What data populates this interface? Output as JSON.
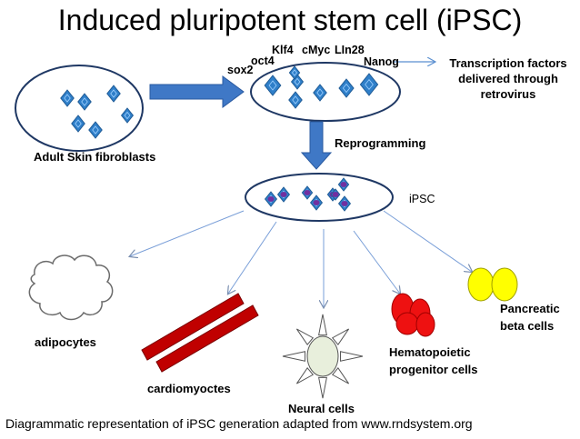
{
  "title": "Induced pluripotent stem cell (iPSC)",
  "factors": {
    "klf4": "Klf4",
    "cmyc": "cMyc",
    "lin28": "LIn28",
    "oct4": "oct4",
    "sox2": "sox2",
    "nanog": "Nanog"
  },
  "transcription_note": [
    "Transcription factors",
    "delivered through",
    "retrovirus"
  ],
  "labels": {
    "fibroblasts": "Adult Skin fibroblasts",
    "reprogramming": "Reprogramming",
    "ipsc": "iPSC",
    "adipocytes": "adipocytes",
    "cardiomyocytes": "cardiomyoctes",
    "neural": "Neural cells",
    "hematopoietic": [
      "Hematopoietic",
      "progenitor cells"
    ],
    "pancreatic": [
      "Pancreatic",
      "beta cells"
    ]
  },
  "caption": "Diagrammatic representation of iPSC  generation  adapted from  www.rndsystem.org",
  "colors": {
    "cell_blue": "#2f7fc9",
    "cell_blue_dark": "#1f5a94",
    "arrow_blue": "#3f78c6",
    "nucleus_purple": "#7030a0",
    "cardio_red": "#c00000",
    "blood_red": "#ee1111",
    "beta_yellow": "#ffff00",
    "neural_body": "#e8efdc"
  }
}
